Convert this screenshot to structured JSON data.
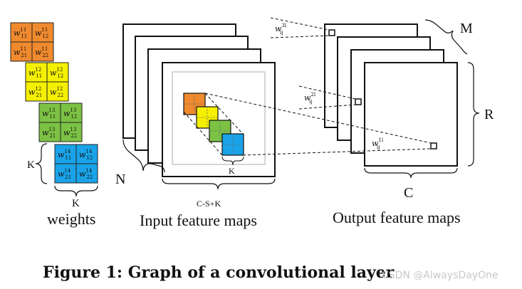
{
  "labels": {
    "weights": "weights",
    "input_maps": "Input feature maps",
    "output_maps": "Output feature maps",
    "n": "N",
    "k_kernel": "K",
    "k_weight_side": "K",
    "k_weight_bottom": "K",
    "csk": "C-S+K",
    "m": "M",
    "r": "R",
    "c": "C",
    "caption": "Figure 1:  Graph of a convolutional layer",
    "watermark": "CSDN @AlwaysDayOne"
  },
  "output_labels": {
    "w3": "w",
    "w3_sup": "3l",
    "w3_sub": "ij",
    "w2": "w",
    "w2_sup": "2l",
    "w2_sub": "ij",
    "w1": "w",
    "w1_sup": "1l",
    "w1_sub": "ij"
  },
  "weight_blocks": [
    {
      "color": "#f08a2e",
      "cells": [
        {
          "b": "w",
          "s": "11",
          "sub": "11"
        },
        {
          "b": "w",
          "s": "11",
          "sub": "12"
        },
        {
          "b": "w",
          "s": "11",
          "sub": "21"
        },
        {
          "b": "w",
          "s": "11",
          "sub": "22"
        }
      ]
    },
    {
      "color": "#f5f000",
      "cells": [
        {
          "b": "w",
          "s": "12",
          "sub": "11"
        },
        {
          "b": "w",
          "s": "12",
          "sub": "12"
        },
        {
          "b": "w",
          "s": "12",
          "sub": "21"
        },
        {
          "b": "w",
          "s": "12",
          "sub": "22"
        }
      ]
    },
    {
      "color": "#7cc245",
      "cells": [
        {
          "b": "w",
          "s": "13",
          "sub": "11"
        },
        {
          "b": "w",
          "s": "13",
          "sub": "12"
        },
        {
          "b": "w",
          "s": "13",
          "sub": "21"
        },
        {
          "b": "w",
          "s": "13",
          "sub": "22"
        }
      ]
    },
    {
      "color": "#1aa3e8",
      "cells": [
        {
          "b": "w",
          "s": "14",
          "sub": "11"
        },
        {
          "b": "w",
          "s": "14",
          "sub": "12"
        },
        {
          "b": "w",
          "s": "14",
          "sub": "21"
        },
        {
          "b": "w",
          "s": "14",
          "sub": "22"
        }
      ]
    }
  ],
  "kernel_colors": [
    "#f08a2e",
    "#f5f000",
    "#7cc245",
    "#1aa3e8"
  ]
}
